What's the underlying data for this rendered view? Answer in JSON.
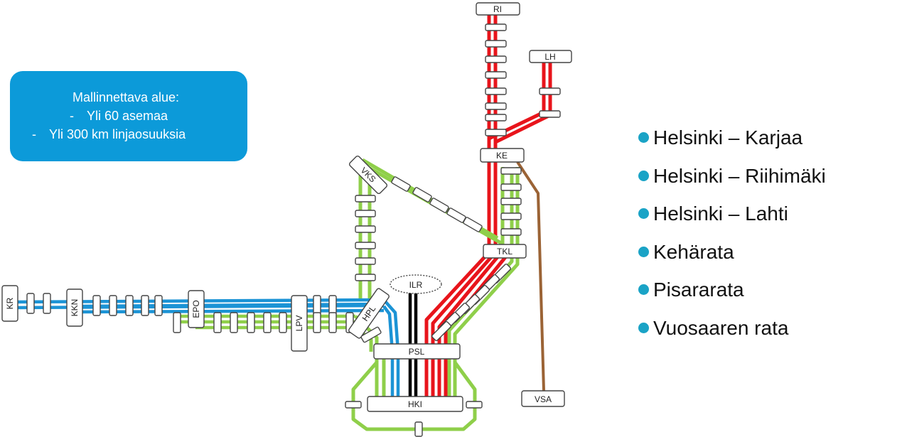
{
  "info_box": {
    "title": "Mallinnettava alue:",
    "bullets": [
      "Yli 60 asemaa",
      "Yli 300 km linjaosuuksia"
    ],
    "bullet_marker": "-",
    "color": "#0c9ad9"
  },
  "legend": {
    "items": [
      "Helsinki – Karjaa",
      "Helsinki – Riihimäki",
      "Helsinki – Lahti",
      "Kehärata",
      "Pisararata",
      "Vuosaaren rata"
    ],
    "bullet_color": "#1aa3c6"
  },
  "stations": {
    "RI": "RI",
    "LH": "LH",
    "KE": "KE",
    "VKS": "VKS",
    "TKL": "TKL",
    "ILR": "ILR",
    "HPL": "HPL",
    "PSL": "PSL",
    "HKI": "HKI",
    "VSA": "VSA",
    "KR": "KR",
    "KKN": "KKN",
    "EPO": "EPO",
    "LPV": "LPV"
  },
  "colors": {
    "red": "#e8141b",
    "green": "#8fcf4a",
    "blue": "#1b93d5",
    "black": "#000000",
    "brown": "#9b6335"
  }
}
